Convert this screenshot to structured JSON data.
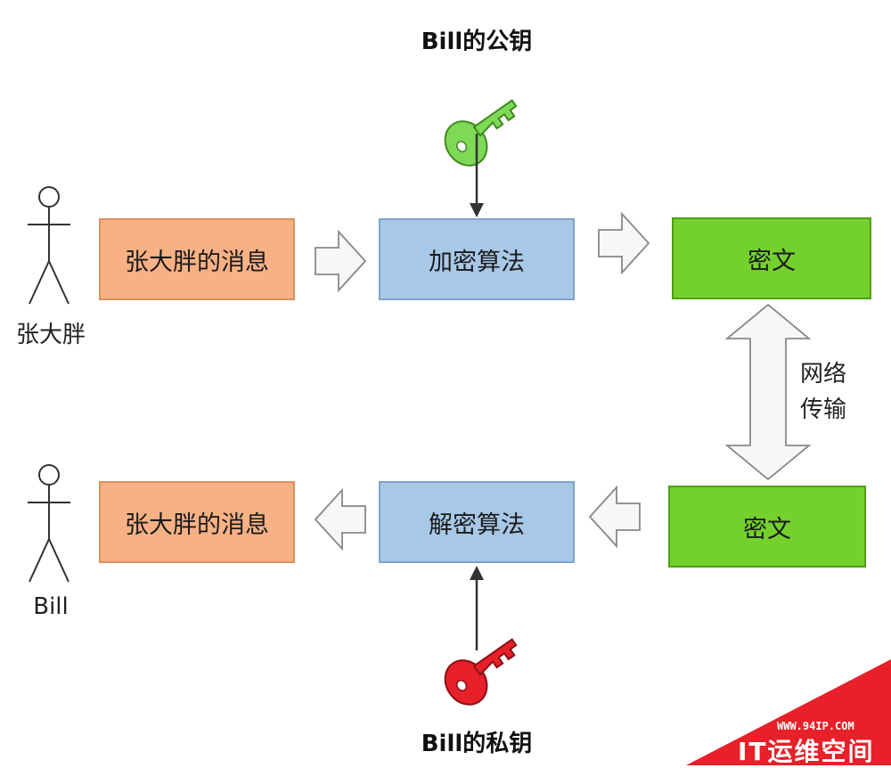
{
  "public_key_label": "Bill的公钥",
  "private_key_label": "Bill的私钥",
  "sender": {
    "name": "张大胖",
    "message": "张大胖的消息"
  },
  "receiver": {
    "name": "Bill",
    "message": "张大胖的消息"
  },
  "encrypt": {
    "label": "加密算法"
  },
  "decrypt": {
    "label": "解密算法"
  },
  "ciphertext_top": {
    "label": "密文"
  },
  "ciphertext_bottom": {
    "label": "密文"
  },
  "transfer": {
    "line1": "网络",
    "line2": "传输"
  },
  "watermark": {
    "url": "WWW.94IP.COM",
    "name": "IT运维空间"
  },
  "colors": {
    "message_box": "#f8b185",
    "algorithm_box": "#a8c8e8",
    "cipher_box": "#74d12d",
    "public_key": "#7ed957",
    "private_key": "#e8202a",
    "watermark_bg": "#e8202a"
  },
  "icons": [
    "stick-figure-icon",
    "green-key-icon",
    "red-key-icon",
    "right-hollow-arrow-icon",
    "left-hollow-arrow-icon",
    "double-vertical-arrow-icon"
  ]
}
